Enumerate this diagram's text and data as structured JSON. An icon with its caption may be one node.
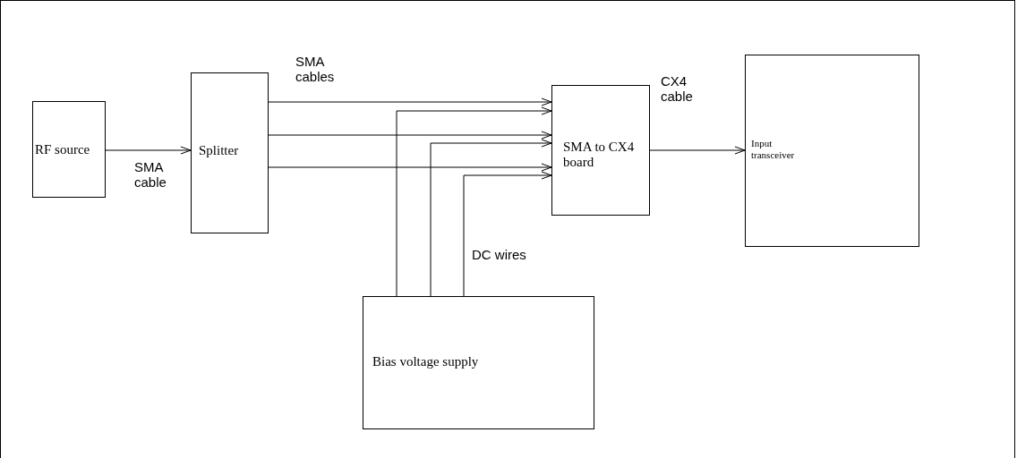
{
  "diagram": {
    "nodes": [
      {
        "text": [
          "RF source"
        ]
      },
      {
        "text": [
          "Splitter"
        ]
      },
      {
        "text": [
          "SMA to CX4 board"
        ]
      },
      {
        "text": [
          "Input transceiver"
        ]
      },
      {
        "text": [
          "Bias voltage supply"
        ]
      }
    ],
    "edges": [
      {
        "from": 0,
        "to": 1,
        "arrow": "to",
        "label": "SMA cable"
      },
      {
        "from": 1,
        "to": 2,
        "arrow": "to",
        "label": "SMA cables"
      },
      {
        "from": 1,
        "to": 2,
        "arrow": "to"
      },
      {
        "from": 1,
        "to": 2,
        "arrow": "to"
      },
      {
        "from": 4,
        "to": 2,
        "arrow": "to"
      },
      {
        "from": 4,
        "to": 2,
        "arrow": "to"
      },
      {
        "from": 4,
        "to": 2,
        "arrow": "to",
        "label": "DC wires"
      },
      {
        "from": 2,
        "to": 3,
        "arrow": "to",
        "label": "CX4 cable"
      }
    ]
  }
}
